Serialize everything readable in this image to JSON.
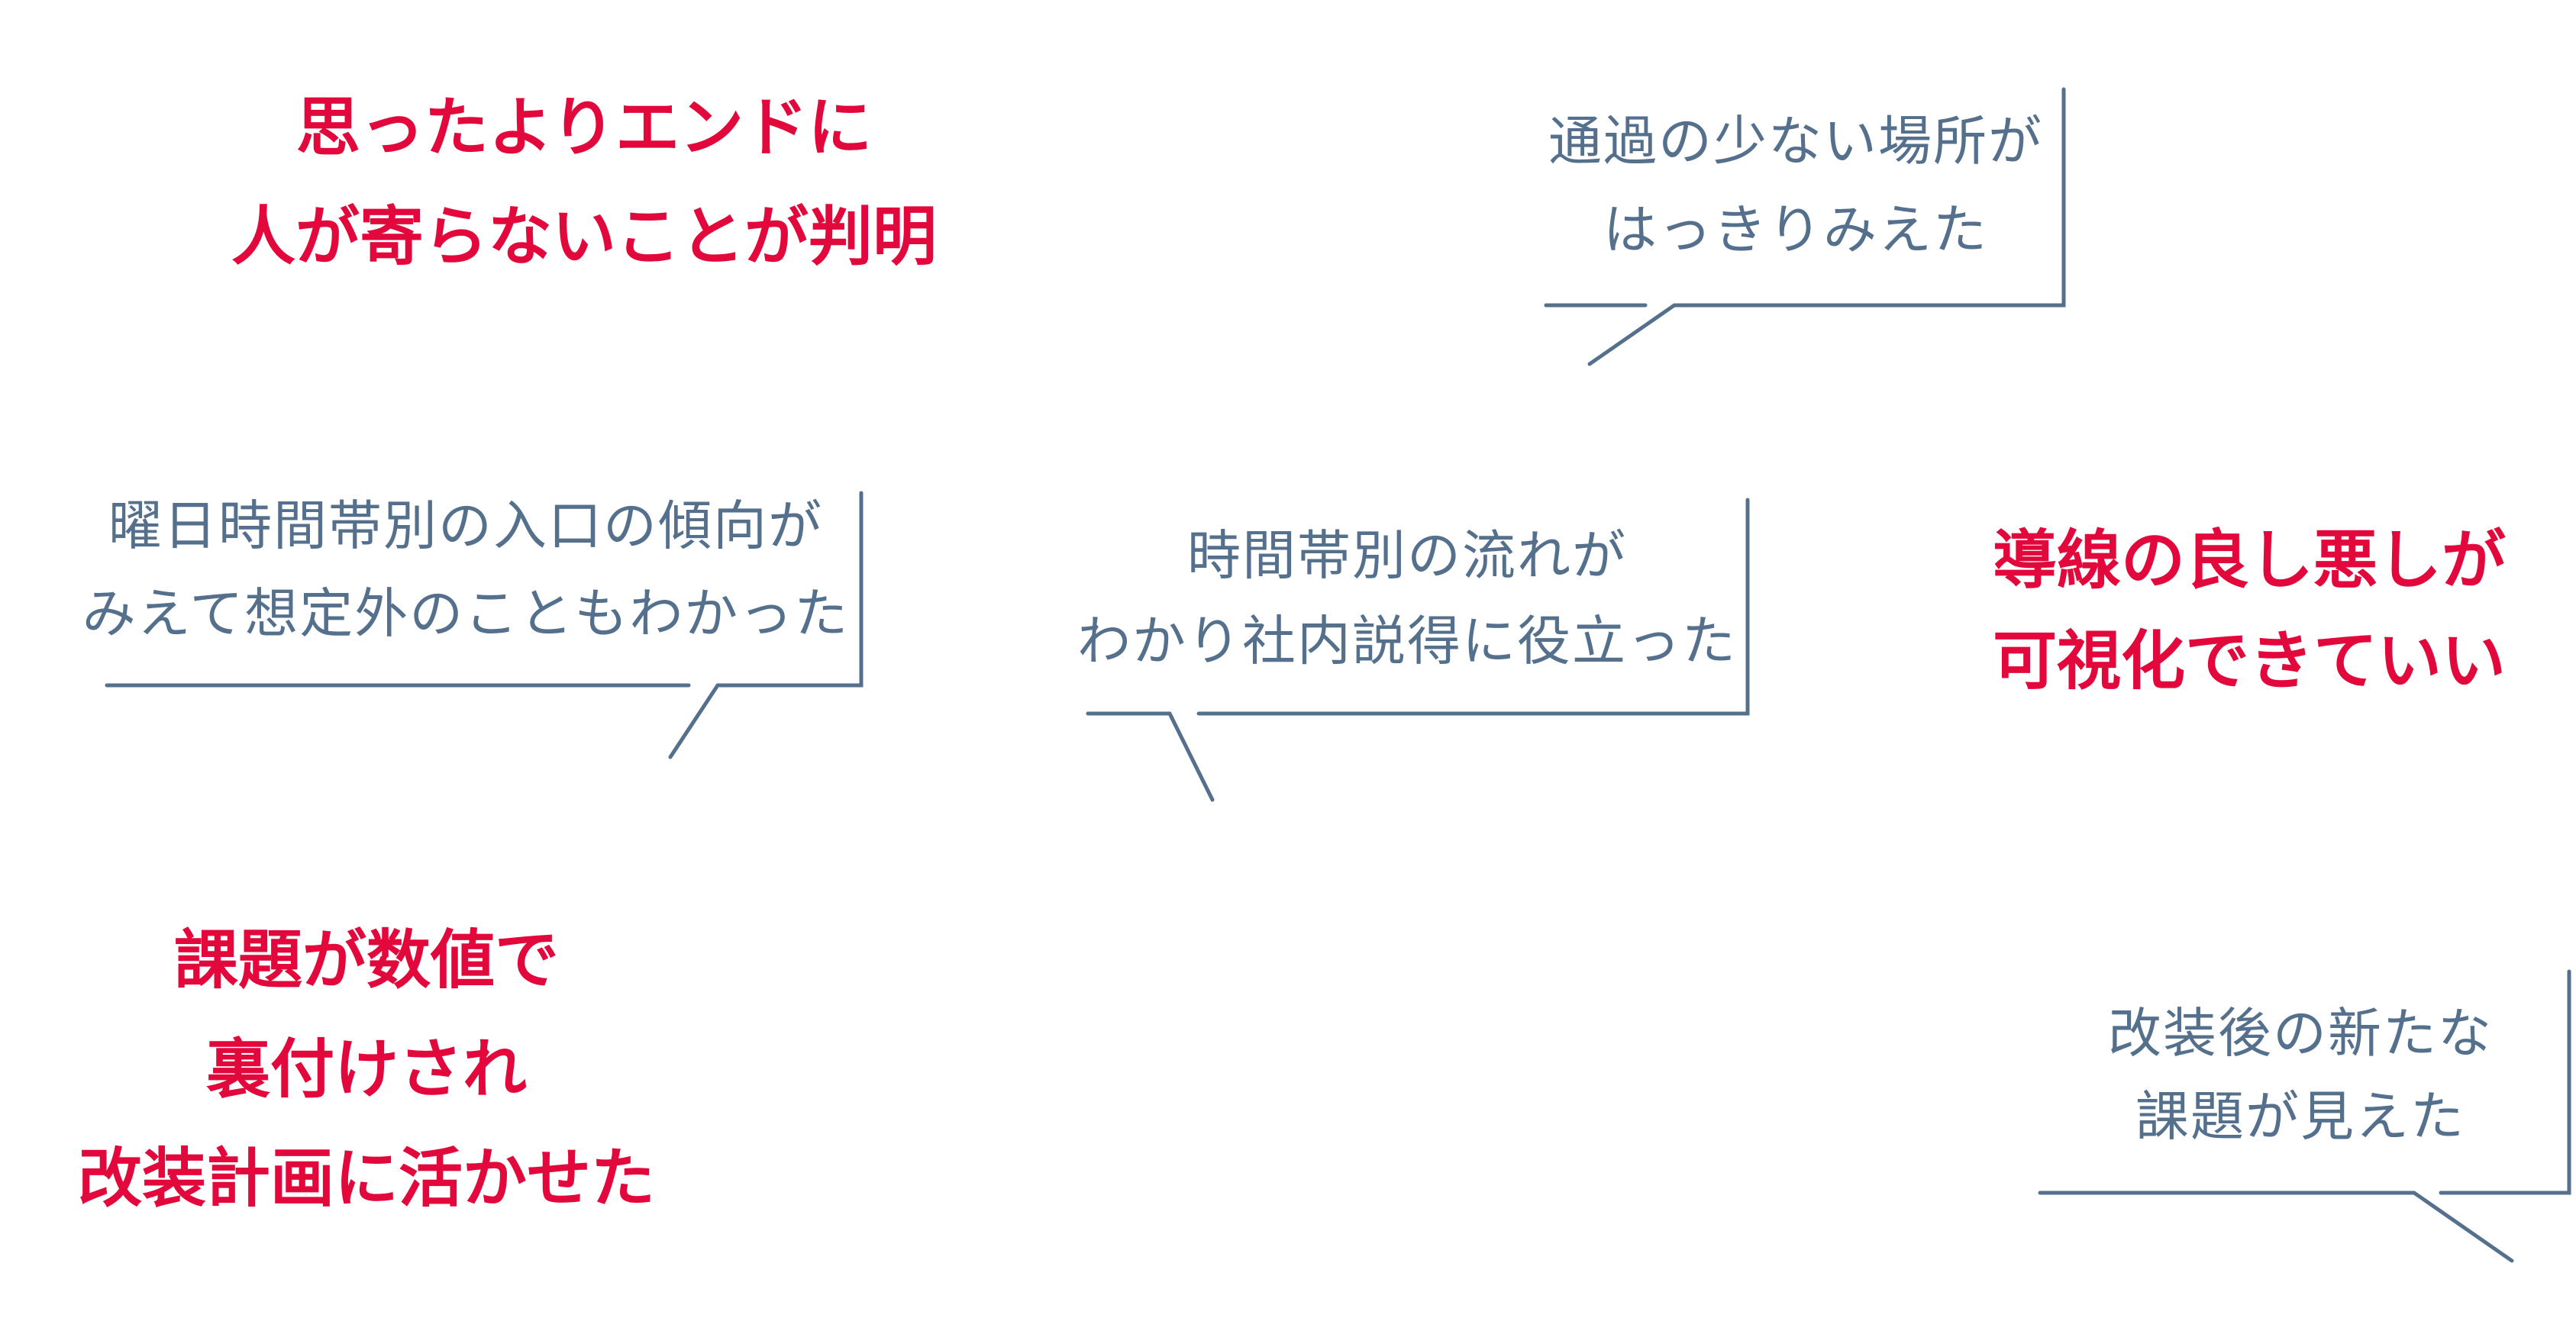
{
  "colors": {
    "accent_red": "#e2083b",
    "bubble_blue": "#54708c",
    "background": "#ffffff"
  },
  "quotes": {
    "top_left_red": {
      "type": "red-emphasis",
      "lines": [
        "思ったよりエンドに",
        "人が寄らないことが判明"
      ]
    },
    "top_right_bubble": {
      "type": "speech-bubble",
      "lines": [
        "通過の少ない場所が",
        "はっきりみえた"
      ]
    },
    "mid_left_bubble": {
      "type": "speech-bubble",
      "lines": [
        "曜日時間帯別の入口の傾向が",
        "みえて想定外のこともわかった"
      ]
    },
    "center_bubble": {
      "type": "speech-bubble",
      "lines": [
        "時間帯別の流れが",
        "わかり社内説得に役立った"
      ]
    },
    "mid_right_red": {
      "type": "red-emphasis",
      "lines": [
        "導線の良し悪しが",
        "可視化できていい"
      ]
    },
    "bottom_left_red": {
      "type": "red-emphasis",
      "lines": [
        "課題が数値で",
        "裏付けされ",
        "改装計画に活かせた"
      ]
    },
    "bottom_right_bubble": {
      "type": "speech-bubble",
      "lines": [
        "改装後の新たな",
        "課題が見えた"
      ]
    }
  }
}
